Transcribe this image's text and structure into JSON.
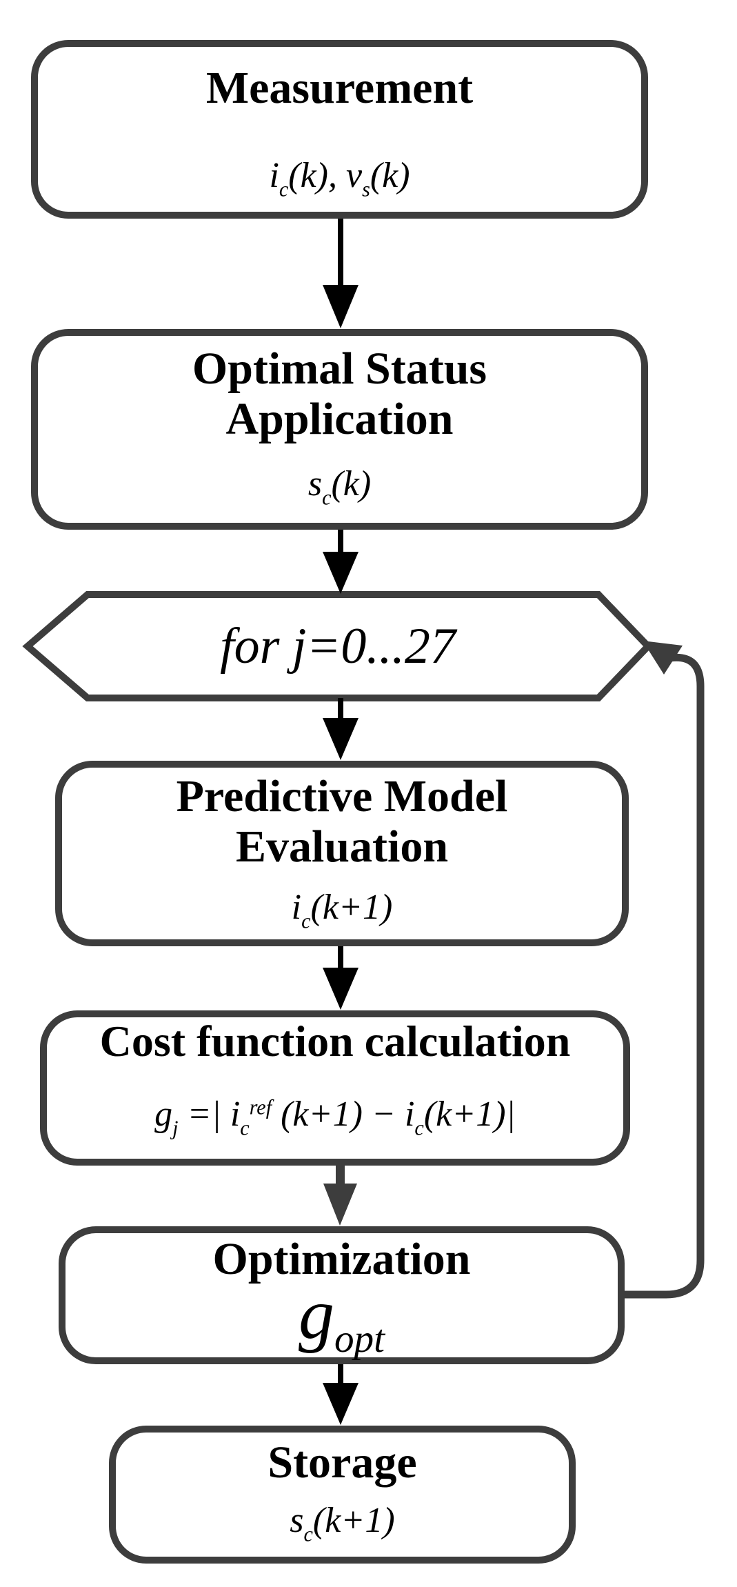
{
  "diagram": {
    "description": "Model predictive control flowchart",
    "colors": {
      "outline": "#3d3d3d",
      "arrow_black": "#000000",
      "background": "#ffffff"
    },
    "nodes": {
      "measurement": {
        "title": "Measurement",
        "formula": "i_{c}(k), v_{s}(k)"
      },
      "optimal": {
        "lines": [
          "Optimal Status",
          "Application"
        ],
        "formula": "s_{c}(k)"
      },
      "loop": {
        "label": "for j=0...27"
      },
      "predictive": {
        "lines": [
          "Predictive Model",
          "Evaluation"
        ],
        "formula": "i_{c}(k+1)"
      },
      "cost": {
        "title": "Cost function calculation",
        "formula": "g_{j} =| i_{c}^{ref} (k+1) − i_{c}(k+1)|"
      },
      "optimization": {
        "title": "Optimization",
        "formula": "g_{opt}"
      },
      "storage": {
        "title": "Storage",
        "formula": "s_{c}(k+1)"
      }
    }
  }
}
